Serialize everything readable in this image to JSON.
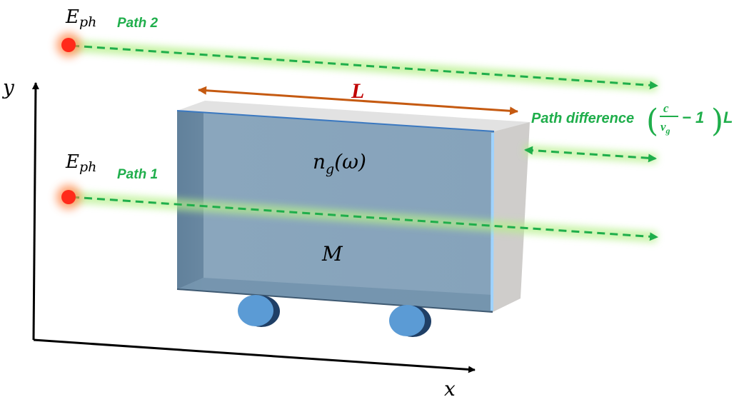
{
  "axes": {
    "x_label": "x",
    "y_label": "y"
  },
  "photons": [
    {
      "energy_label": "E",
      "energy_sub": "ph",
      "path_label": "Path 2"
    },
    {
      "energy_label": "E",
      "energy_sub": "ph",
      "path_label": "Path 1"
    }
  ],
  "block": {
    "length_label": "L",
    "index_label": "n",
    "index_sub": "g",
    "index_arg": "(ω)",
    "mass_label": "M"
  },
  "path_difference": {
    "prefix": "Path difference",
    "numerator": "c",
    "denominator": "v",
    "denominator_sub": "g",
    "minus_one": "− 1",
    "suffix": "L"
  },
  "colors": {
    "path_green": "#1fae4b",
    "glow_green": "#b6f08a",
    "length_arrow": "#c55a11",
    "length_label": "#c00000",
    "block_front": "#7f9fb8",
    "block_side": "#d0cece",
    "photon_core": "#ff2a1a",
    "photon_glow": "#ff8a50",
    "wheel": "#5b9bd5"
  }
}
